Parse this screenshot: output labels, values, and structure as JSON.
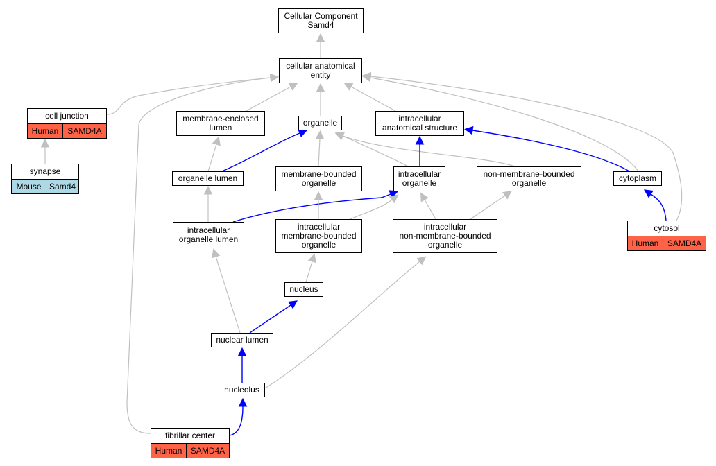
{
  "colors": {
    "edge_gray": "#c0c0c0",
    "edge_blue": "#0000ff",
    "human": "#ff6347",
    "mouse": "#add8e6"
  },
  "nodes": {
    "root": {
      "label": "Cellular Component\nSamd4"
    },
    "cae": {
      "label": "cellular anatomical\nentity"
    },
    "cell_junction": {
      "label": "cell junction",
      "species": "Human",
      "gene": "SAMD4A"
    },
    "synapse": {
      "label": "synapse",
      "species": "Mouse",
      "gene": "Samd4"
    },
    "mel": {
      "label": "membrane-enclosed\nlumen"
    },
    "organelle": {
      "label": "organelle"
    },
    "ias": {
      "label": "intracellular\nanatomical structure"
    },
    "olumen": {
      "label": "organelle lumen"
    },
    "mbo": {
      "label": "membrane-bounded\norganelle"
    },
    "io": {
      "label": "intracellular\norganelle"
    },
    "nmbo": {
      "label": "non-membrane-bounded\norganelle"
    },
    "cytoplasm": {
      "label": "cytoplasm"
    },
    "iol": {
      "label": "intracellular\norganelle lumen"
    },
    "imbo": {
      "label": "intracellular\nmembrane-bounded\norganelle"
    },
    "inmbo": {
      "label": "intracellular\nnon-membrane-bounded\norganelle"
    },
    "cytosol": {
      "label": "cytosol",
      "species": "Human",
      "gene": "SAMD4A"
    },
    "nucleus": {
      "label": "nucleus"
    },
    "nlumen": {
      "label": "nuclear lumen"
    },
    "nucleolus": {
      "label": "nucleolus"
    },
    "fc": {
      "label": "fibrillar center",
      "species": "Human",
      "gene": "SAMD4A"
    }
  },
  "edges": [
    {
      "from": "cae",
      "to": "root",
      "type": "gray"
    },
    {
      "from": "cell_junction",
      "to": "cae",
      "type": "gray"
    },
    {
      "from": "synapse",
      "to": "cell_junction",
      "type": "gray"
    },
    {
      "from": "mel",
      "to": "cae",
      "type": "gray"
    },
    {
      "from": "organelle",
      "to": "cae",
      "type": "gray"
    },
    {
      "from": "ias",
      "to": "cae",
      "type": "gray"
    },
    {
      "from": "cytoplasm",
      "to": "cae",
      "type": "gray"
    },
    {
      "from": "cytosol",
      "to": "cae",
      "type": "gray"
    },
    {
      "from": "fc",
      "to": "cae",
      "type": "gray"
    },
    {
      "from": "olumen",
      "to": "mel",
      "type": "gray"
    },
    {
      "from": "olumen",
      "to": "organelle",
      "type": "blue"
    },
    {
      "from": "mbo",
      "to": "organelle",
      "type": "gray"
    },
    {
      "from": "io",
      "to": "organelle",
      "type": "gray"
    },
    {
      "from": "nmbo",
      "to": "organelle",
      "type": "gray"
    },
    {
      "from": "io",
      "to": "ias",
      "type": "blue"
    },
    {
      "from": "cytoplasm",
      "to": "ias",
      "type": "blue"
    },
    {
      "from": "cytosol",
      "to": "cytoplasm",
      "type": "blue"
    },
    {
      "from": "iol",
      "to": "olumen",
      "type": "gray"
    },
    {
      "from": "iol",
      "to": "io",
      "type": "blue"
    },
    {
      "from": "imbo",
      "to": "mbo",
      "type": "gray"
    },
    {
      "from": "imbo",
      "to": "io",
      "type": "gray"
    },
    {
      "from": "inmbo",
      "to": "io",
      "type": "gray"
    },
    {
      "from": "inmbo",
      "to": "nmbo",
      "type": "gray"
    },
    {
      "from": "nucleus",
      "to": "imbo",
      "type": "gray"
    },
    {
      "from": "nlumen",
      "to": "iol",
      "type": "gray"
    },
    {
      "from": "nlumen",
      "to": "nucleus",
      "type": "blue"
    },
    {
      "from": "nucleolus",
      "to": "nlumen",
      "type": "blue"
    },
    {
      "from": "nucleolus",
      "to": "inmbo",
      "type": "gray"
    },
    {
      "from": "fc",
      "to": "nucleolus",
      "type": "blue"
    }
  ]
}
